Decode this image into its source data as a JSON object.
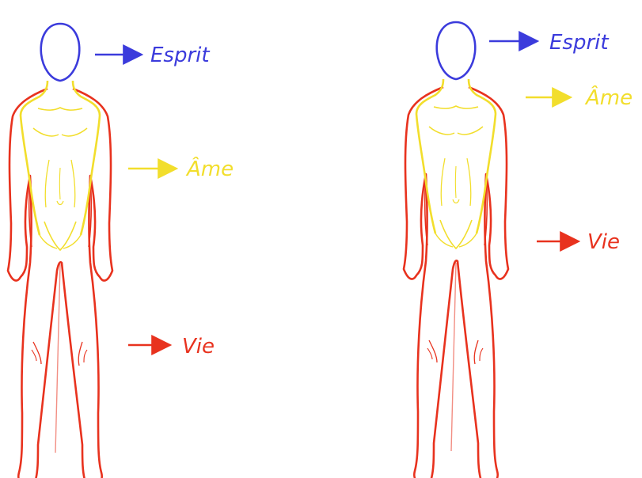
{
  "colors": {
    "esprit": "#3b3bdc",
    "ame": "#f2de2c",
    "vie": "#e8321e",
    "body_detail": "#d9482f",
    "background": "#ffffff"
  },
  "labels": {
    "esprit": "Esprit",
    "ame": "Âme",
    "vie": "Vie"
  },
  "figures": [
    {
      "id": "left",
      "labels": {
        "esprit": "Esprit",
        "ame": "Âme",
        "vie": "Vie"
      }
    },
    {
      "id": "right",
      "labels": {
        "esprit": "Esprit",
        "ame": "Âme",
        "vie": "Vie"
      }
    }
  ]
}
